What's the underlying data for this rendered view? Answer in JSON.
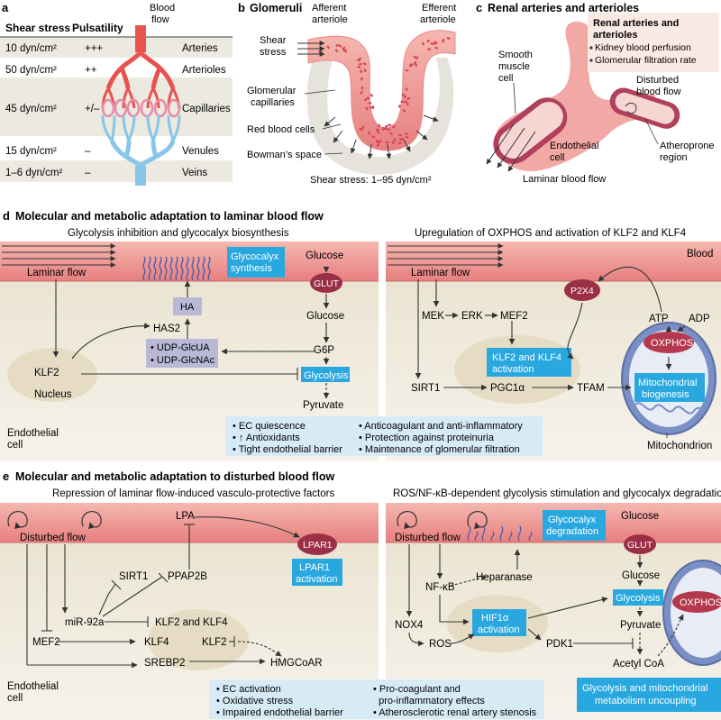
{
  "panel_a": {
    "label": "a",
    "col_shear": "Shear stress",
    "col_puls": "Pulsatility",
    "blood_flow": [
      "Blood",
      "flow"
    ],
    "rows": [
      {
        "shear": "10 dyn/cm²",
        "puls": "+++",
        "vessel": "Arteries"
      },
      {
        "shear": "50 dyn/cm²",
        "puls": "++",
        "vessel": "Arterioles"
      },
      {
        "shear": "45 dyn/cm²",
        "puls": "+/–",
        "vessel": "Capillaries"
      },
      {
        "shear": "15 dyn/cm²",
        "puls": "–",
        "vessel": "Venules"
      },
      {
        "shear": "1–6 dyn/cm²",
        "puls": "–",
        "vessel": "Veins"
      }
    ]
  },
  "panel_b": {
    "label": "b",
    "title": "Glomeruli",
    "afferent": [
      "Afferent",
      "arteriole"
    ],
    "efferent": [
      "Efferent",
      "arteriole"
    ],
    "shear_label": [
      "Shear",
      "stress"
    ],
    "glom_caps": [
      "Glomerular",
      "capillaries"
    ],
    "rbc": "Red blood cells",
    "bowman": "Bowman’s space",
    "shear_range": "Shear stress: 1–95 dyn/cm²"
  },
  "panel_c": {
    "label": "c",
    "title": "Renal arteries and arterioles",
    "box_title": [
      "Renal arteries and",
      "arterioles"
    ],
    "box_items": [
      "Kidney blood perfusion",
      "Glomerular filtration rate"
    ],
    "smooth": [
      "Smooth",
      "muscle",
      "cell"
    ],
    "disturbed": [
      "Disturbed",
      "blood flow"
    ],
    "endo": [
      "Endothelial",
      "cell"
    ],
    "athero": [
      "Atheroprone",
      "region"
    ],
    "laminar": "Laminar blood flow"
  },
  "panel_d": {
    "label": "d",
    "title": "Molecular and metabolic adaptation to laminar blood flow",
    "left_sub": "Glycolysis inhibition and glycocalyx biosynthesis",
    "right_sub": "Upregulation of OXPHOS and activation of KLF2 and KLF4",
    "blood": "Blood",
    "laminar": "Laminar flow",
    "glyco_synth": [
      "Glycocalyx",
      "synthesis"
    ],
    "glucose": "Glucose",
    "glut": "GLUT",
    "ha": "HA",
    "has2": "HAS2",
    "udp": [
      "• UDP-GlcUA",
      "• UDP-GlcNAc"
    ],
    "glucose2": "Glucose",
    "g6p": "G6P",
    "klf2": "KLF2",
    "nucleus": "Nucleus",
    "glycolysis": "Glycolysis",
    "pyruvate": "Pyruvate",
    "endo_cell": [
      "Endothelial",
      "cell"
    ],
    "laminar_r": "Laminar flow",
    "p2x4": "P2X4",
    "mek": "MEK",
    "erk": "ERK",
    "mef2": "MEF2",
    "klf_act": [
      "KLF2 and KLF4",
      "activation"
    ],
    "sirt1": "SIRT1",
    "pgc": "PGC1α",
    "tfam": "TFAM",
    "atp": "ATP",
    "adp": "ADP",
    "oxphos": "OXPHOS",
    "mito_bio": [
      "Mitochondrial",
      "biogenesis"
    ],
    "mito": "Mitochondrion",
    "effects_left": [
      "• EC quiescence",
      "• ↑ Antioxidants",
      "• Tight endothelial barrier"
    ],
    "effects_right": [
      "• Anticoagulant and anti-inflammatory",
      "• Protection against proteinuria",
      "• Maintenance of glomerular filtration"
    ]
  },
  "panel_e": {
    "label": "e",
    "title": "Molecular and metabolic adaptation to disturbed blood flow",
    "left_sub": "Repression of laminar flow-induced vasculo-protective factors",
    "right_sub": "ROS/NF-κB-dependent glycolysis stimulation and glycocalyx degradation",
    "disturbed": "Disturbed flow",
    "lpa": "LPA",
    "lpar1": "LPAR1",
    "lpar1_act": [
      "LPAR1",
      "activation"
    ],
    "sirt1": "SIRT1",
    "ppap2b": "PPAP2B",
    "mir": "miR-92a",
    "klf24": "KLF2 and KLF4",
    "mef2": "MEF2",
    "klf4": "KLF4",
    "klf2": "KLF2",
    "srebp2": "SREBP2",
    "hmgcoar": "HMGCoAR",
    "endo_cell": [
      "Endothelial",
      "cell"
    ],
    "disturbed_r": "Disturbed flow",
    "glyco_deg": [
      "Glycocalyx",
      "degradation"
    ],
    "glucose": "Glucose",
    "glut": "GLUT",
    "heparanase": "Heparanase",
    "nfkb": "NF-κB",
    "glucose2": "Glucose",
    "glycolysis": "Glycolysis",
    "nox4": "NOX4",
    "hif": [
      "HIF1α",
      "activation"
    ],
    "pyruvate": "Pyruvate",
    "ros": "ROS",
    "pdk1": "PDK1",
    "acetyl": "Acetyl CoA",
    "oxphos": "OXPHOS",
    "uncoupling": [
      "Glycolysis and mitochondrial",
      "metabolism uncoupling"
    ],
    "effects_left": [
      "• EC activation",
      "• Oxidative stress",
      "• Impaired endothelial barrier"
    ],
    "effects_right": [
      "• Pro-coagulant and",
      "  pro-inflammatory effects",
      "• Atherosclerotic renal artery stenosis"
    ]
  },
  "colors": {
    "blood_pink": "#e98a8a",
    "cell_beige": "#f1ece0",
    "nucleus": "#e5dcc3",
    "highlight_blue": "#29a8e0",
    "lavender": "#b9b8d6",
    "oxphos_red": "#b5394e",
    "effects_box": "#d7ebf7"
  }
}
